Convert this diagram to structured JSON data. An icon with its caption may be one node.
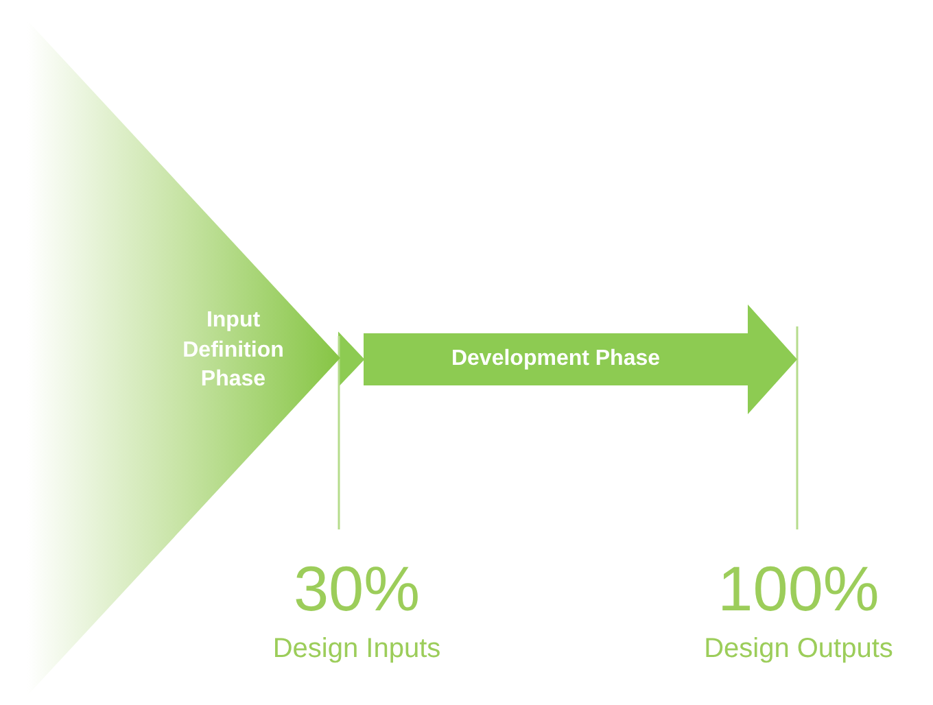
{
  "diagram": {
    "nodes": [
      {
        "text": [
          "Input Definition Phase"
        ]
      },
      {
        "text": [
          "Development Phase"
        ]
      }
    ],
    "edges": [
      {
        "from": 0,
        "to": 1,
        "arrow": "to"
      }
    ],
    "labels": [
      "30%",
      "Design Inputs",
      "100%",
      "Design Outputs"
    ]
  }
}
